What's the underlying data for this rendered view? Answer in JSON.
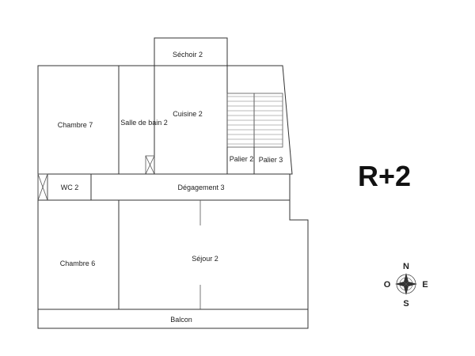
{
  "rooms": {
    "sechoir": "Séchoir 2",
    "chambre7": "Chambre 7",
    "salle_de_bain": "Salle de bain 2",
    "cuisine": "Cuisine 2",
    "palier2": "Palier 2",
    "palier3": "Palier 3",
    "wc": "WC 2",
    "degagement": "Dégagement 3",
    "chambre6": "Chambre 6",
    "sejour": "Séjour 2",
    "balcon": "Balcon"
  },
  "level_label": "R+2",
  "compass": {
    "north": "N",
    "south": "S",
    "east": "E",
    "west": "O"
  },
  "colors": {
    "wall": "#333333",
    "text": "#222222"
  }
}
